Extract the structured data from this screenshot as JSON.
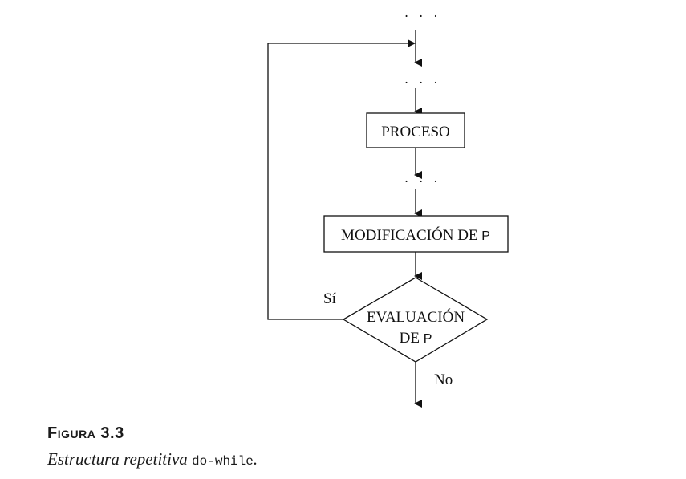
{
  "diagram": {
    "dots": ". . .",
    "process_label": "PROCESO",
    "modification_label_prefix": "MODIFICACIÓN DE ",
    "modification_label_var": "P",
    "evaluation_line1": "EVALUACIÓN",
    "evaluation_line2_prefix": "DE ",
    "evaluation_line2_var": "P",
    "yes_label": "Sí",
    "no_label": "No"
  },
  "figure": {
    "label_prefix": "Figura",
    "label_number": "3.3",
    "caption_text": "Estructura repetitiva ",
    "caption_code_1": "do",
    "caption_dash": "-",
    "caption_code_2": "while",
    "caption_end": "."
  }
}
